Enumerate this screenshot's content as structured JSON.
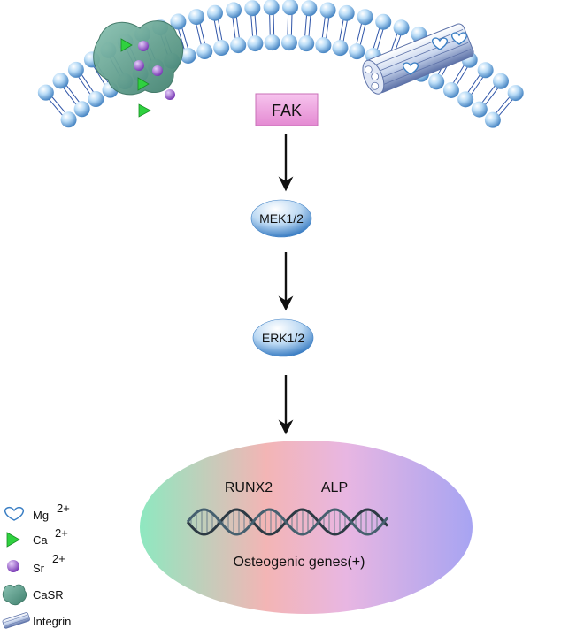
{
  "signaling": {
    "fak": "FAK",
    "mek": "MEK1/2",
    "erk": "ERK1/2"
  },
  "nucleus": {
    "gene1": "RUNX2",
    "gene2": "ALP",
    "caption": "Osteogenic genes(+)"
  },
  "legend": {
    "mg": {
      "label": "Mg",
      "charge": "2+"
    },
    "ca": {
      "label": "Ca",
      "charge": "2+"
    },
    "sr": {
      "label": "Sr",
      "charge": "2+"
    },
    "casr": "CaSR",
    "integrin": "Integrin"
  },
  "colors": {
    "bead": "#9cc9f0",
    "bead_edge": "#4a87c4",
    "fak_box": "#f0a0de",
    "node": "#6aa4da",
    "arrow": "#111111",
    "receptor": "#5f9f8a",
    "sr_ion": "#9a58d0",
    "ca_ion": "#30d040",
    "mg_ion": "#6eb3ea"
  }
}
